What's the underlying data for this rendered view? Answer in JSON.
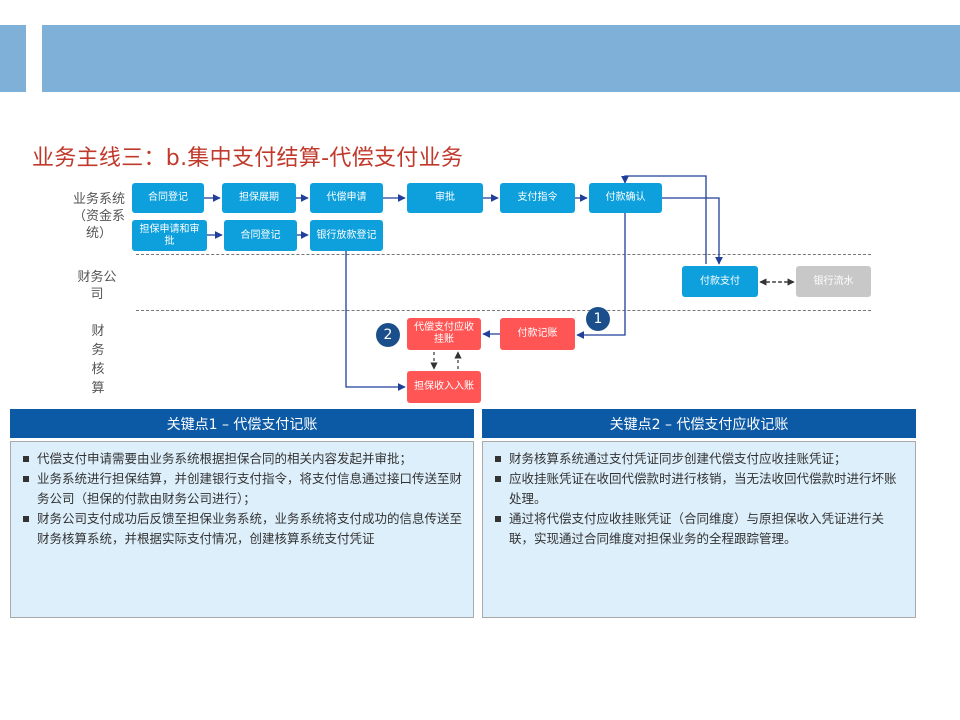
{
  "title": "业务主线三：b.集中支付结算-代偿支付业务",
  "lanes": {
    "business": "业务系统（资金系统）",
    "finance_company": "财务公司",
    "accounting": "财务核算"
  },
  "flow": {
    "contract_register": "合同登记",
    "guarantee_extension": "担保展期",
    "compensation_apply": "代偿申请",
    "approval": "审批",
    "payment_instruction": "支付指令",
    "payment_confirm": "付款确认",
    "guarantee_apply_approval": "担保申请和审批",
    "contract_register_2": "合同登记",
    "bank_loan_register": "银行放款登记",
    "payment_pay": "付款支付",
    "bank_statement": "银行流水",
    "compensation_receivable": "代偿支付应收挂账",
    "payment_record": "付款记账",
    "guarantee_income": "担保收入入账",
    "badge_1": "1",
    "badge_2": "2"
  },
  "key_points": [
    {
      "title": "关键点1 – 代偿支付记账",
      "items": [
        "代偿支付申请需要由业务系统根据担保合同的相关内容发起并审批；",
        "业务系统进行担保结算，并创建银行支付指令，将支付信息通过接口传送至财务公司（担保的付款由财务公司进行）；",
        "财务公司支付成功后反馈至担保业务系统，业务系统将支付成功的信息传送至财务核算系统，并根据实际支付情况，创建核算系统支付凭证"
      ]
    },
    {
      "title": "关键点2 – 代偿支付应收记账",
      "items": [
        "财务核算系统通过支付凭证同步创建代偿支付应收挂账凭证；",
        "应收挂账凭证在收回代偿款时进行核销，当无法收回代偿款时进行坏账处理。",
        "通过将代偿支付应收挂账凭证（合同维度）与原担保收入凭证进行关联，实现通过合同维度对担保业务的全程跟踪管理。"
      ]
    }
  ],
  "colors": {
    "header": "#7eb0d8",
    "title": "#c0392b",
    "process_blue": "#0ea0dd",
    "accounting_red": "#ff5555",
    "bank_grey": "#c8c8c8",
    "key_header": "#0c5aa6",
    "key_body": "#ddeffb",
    "badge": "#1b4f8c"
  }
}
